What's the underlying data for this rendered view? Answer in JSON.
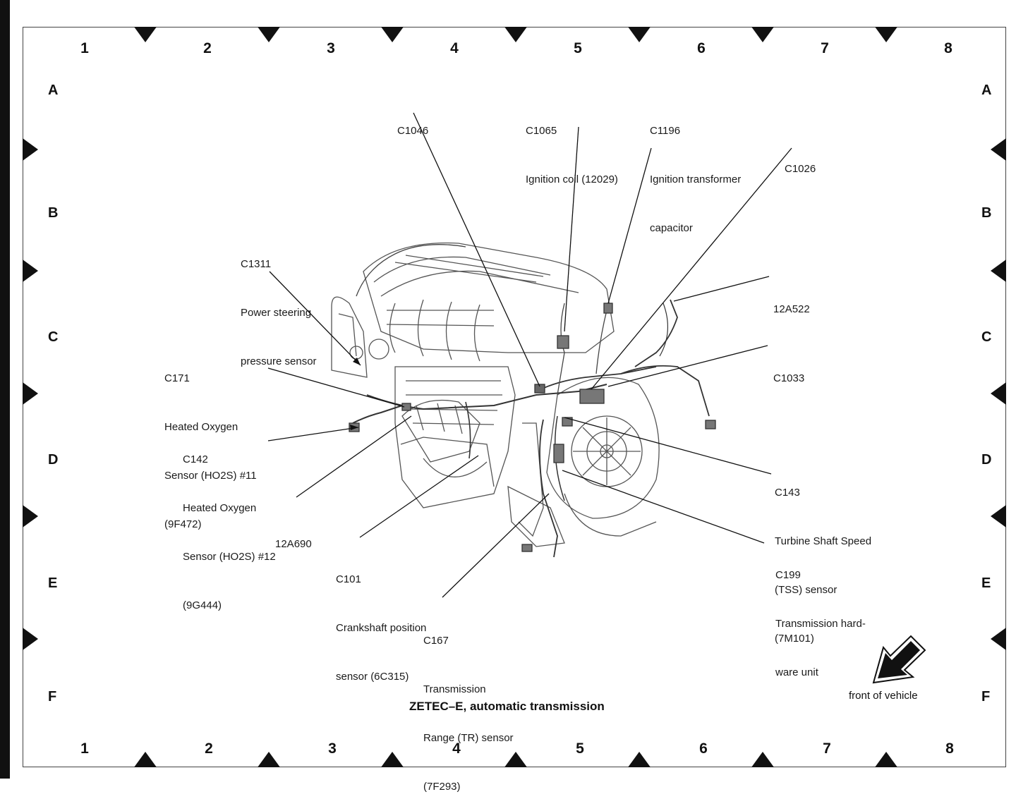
{
  "grid": {
    "columns": [
      "1",
      "2",
      "3",
      "4",
      "5",
      "6",
      "7",
      "8"
    ],
    "rows": [
      "A",
      "B",
      "C",
      "D",
      "E",
      "F"
    ]
  },
  "title": "ZETEC–E, automatic transmission",
  "orientation_label": "front of vehicle",
  "callouts": [
    {
      "id": "c1046",
      "lines": [
        "C1046"
      ]
    },
    {
      "id": "c1065",
      "lines": [
        "C1065",
        "Ignition coil (12029)"
      ]
    },
    {
      "id": "c1196",
      "lines": [
        "C1196",
        "Ignition transformer",
        "capacitor"
      ]
    },
    {
      "id": "c1026",
      "lines": [
        "C1026"
      ]
    },
    {
      "id": "c1311",
      "lines": [
        "C1311",
        "Power steering",
        "pressure sensor"
      ]
    },
    {
      "id": "a522",
      "lines": [
        "12A522"
      ]
    },
    {
      "id": "c171",
      "lines": [
        "C171",
        "Heated Oxygen",
        "Sensor (HO2S) #11",
        "(9F472)"
      ]
    },
    {
      "id": "c1033",
      "lines": [
        "C1033"
      ]
    },
    {
      "id": "c142",
      "lines": [
        "C142",
        "Heated Oxygen",
        "Sensor (HO2S) #12",
        "(9G444)"
      ]
    },
    {
      "id": "c143",
      "lines": [
        "C143",
        "Turbine Shaft Speed",
        "(TSS) sensor",
        "(7M101)"
      ]
    },
    {
      "id": "a690",
      "lines": [
        "12A690"
      ]
    },
    {
      "id": "c101",
      "lines": [
        "C101",
        "Crankshaft position",
        "sensor (6C315)"
      ]
    },
    {
      "id": "c199",
      "lines": [
        "C199",
        "Transmission hard-",
        "ware unit"
      ]
    },
    {
      "id": "c167",
      "lines": [
        "C167",
        "Transmission",
        "Range (TR) sensor",
        "(7F293)"
      ]
    }
  ]
}
